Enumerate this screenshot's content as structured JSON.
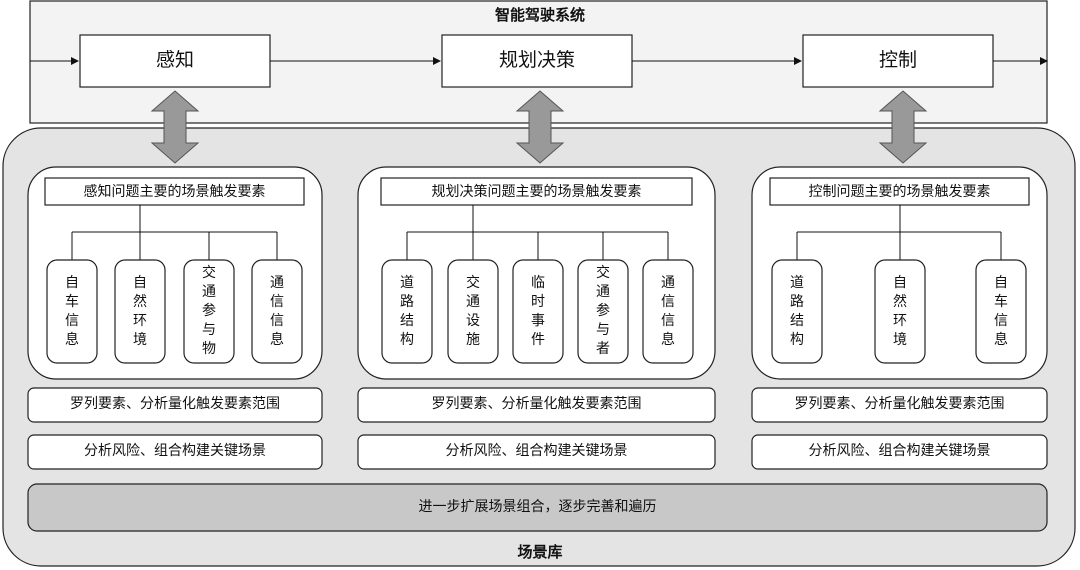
{
  "top_system": {
    "title": "智能驾驶系统"
  },
  "modules": {
    "perception": "感知",
    "planning": "规划决策",
    "control": "控制"
  },
  "scene_library": {
    "title": "场景库"
  },
  "panels": [
    {
      "header": "感知问题主要的场景触发要素",
      "factors": [
        "自车信息",
        "自然环境",
        "交通参与物",
        "通信信息"
      ],
      "step1": "罗列要素、分析量化触发要素范围",
      "step2": "分析风险、组合构建关键场景"
    },
    {
      "header": "规划决策问题主要的场景触发要素",
      "factors": [
        "道路结构",
        "交通设施",
        "临时事件",
        "交通参与者",
        "通信信息"
      ],
      "step1": "罗列要素、分析量化触发要素范围",
      "step2": "分析风险、组合构建关键场景"
    },
    {
      "header": "控制问题主要的场景触发要素",
      "factors": [
        "道路结构",
        "自然环境",
        "自车信息"
      ],
      "step1": "罗列要素、分析量化触发要素范围",
      "step2": "分析风险、组合构建关键场景"
    }
  ],
  "bottom_bar": "进一步扩展场景组合，逐步完善和遍历"
}
